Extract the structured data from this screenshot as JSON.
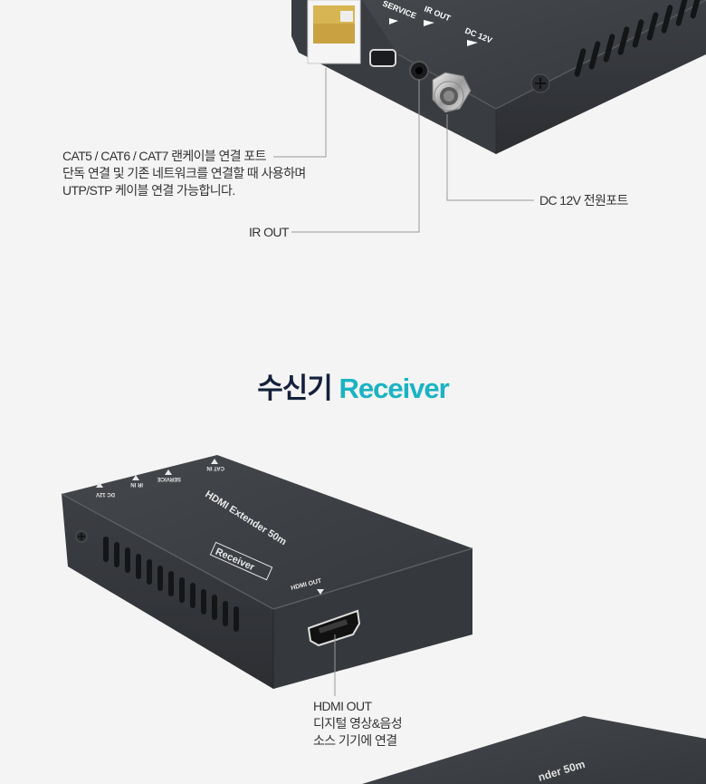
{
  "transmitter_callouts": {
    "lan_port": {
      "lines": [
        "CAT5 / CAT6 / CAT7 랜케이블 연결 포트",
        "단독 연결 및 기존 네트워크를 연결할 때 사용하며",
        "UTP/STP 케이블 연결 가능합니다."
      ]
    },
    "ir_out": {
      "label": "IR OUT"
    },
    "dc_power": {
      "label": "DC 12V 전원포트"
    }
  },
  "transmitter_device_print": {
    "port_labels": [
      "SERVICE",
      "IR OUT",
      "DC 12V"
    ]
  },
  "section": {
    "title_ko": "수신기",
    "title_en": "Receiver"
  },
  "receiver_device_print": {
    "model": "HDMI Extender 50m",
    "badge": "Receiver",
    "port_labels": [
      "DC 12V",
      "IR IN",
      "SERVICE",
      "CAT IN"
    ],
    "front_port_label": "HDMI OUT"
  },
  "receiver_callouts": {
    "hdmi_out": {
      "lines": [
        "HDMI OUT",
        "디지털 영상&음성",
        "소스 기기에 연결"
      ]
    }
  },
  "bottom_device_print": {
    "model_fragment": "nder 50m"
  },
  "colors": {
    "background": "#f4f4f4",
    "device_body": "#3a3d42",
    "title_dark": "#15213b",
    "title_accent": "#1ab3c4",
    "leader_line": "#9a9a9a"
  }
}
